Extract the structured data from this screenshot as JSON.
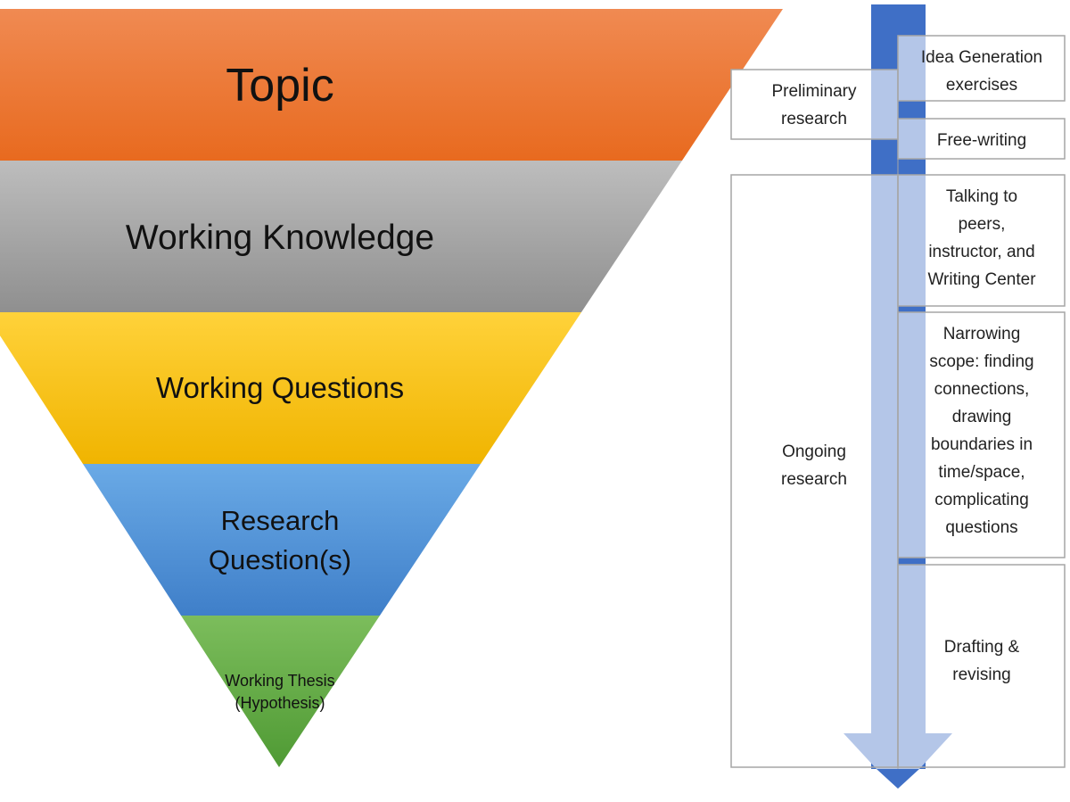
{
  "funnel": {
    "levels": [
      {
        "lines": [
          "Topic"
        ],
        "color_top": "#f08a52",
        "color_bottom": "#e86a1f"
      },
      {
        "lines": [
          "Working Knowledge"
        ],
        "color_top": "#b8b8b8",
        "color_bottom": "#8f8f8f"
      },
      {
        "lines": [
          "Working Questions"
        ],
        "color_top": "#ffd23a",
        "color_bottom": "#f2b600"
      },
      {
        "lines": [
          "Research",
          "Question(s)"
        ],
        "color_top": "#6aaae6",
        "color_bottom": "#3f7fc9"
      },
      {
        "lines": [
          "Working Thesis",
          "(Hypothesis)"
        ],
        "color_top": "#7cbd5c",
        "color_bottom": "#4f9a34"
      }
    ]
  },
  "process": {
    "arrow_dark_color": "#3f6fc6",
    "arrow_light_color": "#b4c6e8",
    "left_boxes": [
      {
        "lines": [
          "Preliminary",
          "research"
        ]
      },
      {
        "lines": [
          "Ongoing",
          "research"
        ]
      }
    ],
    "right_boxes": [
      {
        "lines": [
          "Idea Generation",
          "exercises"
        ]
      },
      {
        "lines": [
          "Free-writing"
        ]
      },
      {
        "lines": [
          "Talking to",
          "peers,",
          "instructor, and",
          "Writing Center"
        ]
      },
      {
        "lines": [
          "Narrowing",
          "scope: finding",
          "connections,",
          "drawing",
          "boundaries in",
          "time/space,",
          "complicating",
          "questions"
        ]
      },
      {
        "lines": [
          "Drafting &",
          "revising"
        ]
      }
    ]
  }
}
